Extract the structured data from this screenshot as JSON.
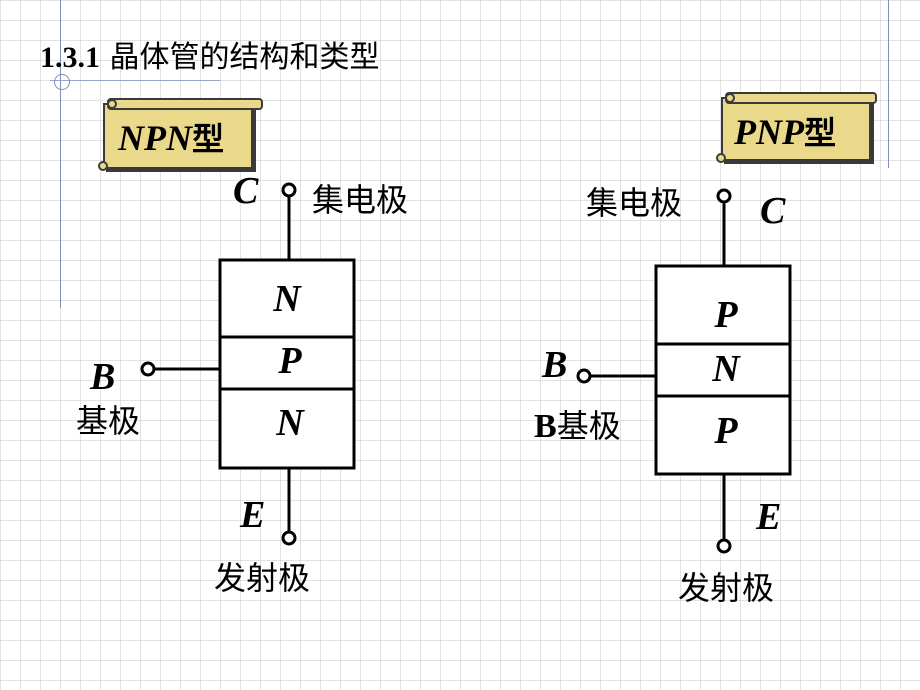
{
  "title": {
    "number": "1.3.1",
    "text": " 晶体管的结构和类型"
  },
  "npn": {
    "type_label_latin": "NPN",
    "type_label_cjk": "型",
    "collector_letter": "C",
    "collector_name": "集电极",
    "base_letter": "B",
    "base_name": "基极",
    "emitter_letter": "E",
    "emitter_name": "发射极",
    "layers": [
      "N",
      "P",
      "N"
    ]
  },
  "pnp": {
    "type_label_latin": "PNP",
    "type_label_cjk": "型",
    "collector_letter": "C",
    "collector_name": "集电极",
    "base_letter": "B",
    "base_name_prefix": "B",
    "base_name": "基极",
    "emitter_letter": "E",
    "emitter_name": "发射极",
    "layers": [
      "P",
      "N",
      "P"
    ]
  },
  "colors": {
    "scroll_fill": "#ead98a",
    "scroll_shadow": "#3a3a3a",
    "line": "#000000",
    "accent_line": "#7f8fb8"
  }
}
